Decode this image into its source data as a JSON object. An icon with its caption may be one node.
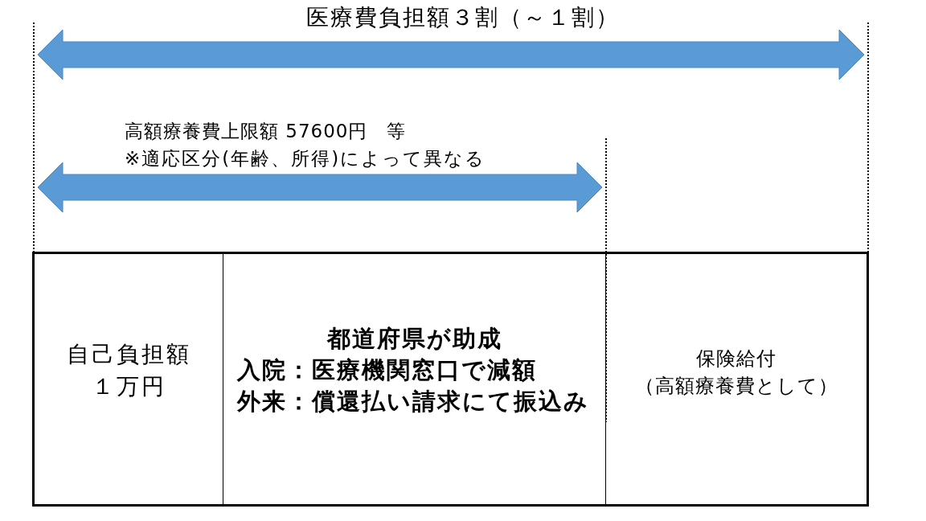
{
  "diagram": {
    "nodes": [
      {
        "text": [
          "自己負担額",
          "１万円"
        ]
      },
      {
        "text": [
          "都道府県が助成",
          "入院：医療機関窓口で減額",
          "外来：償還払い請求にて振込み"
        ]
      },
      {
        "text": [
          "保険給付",
          "（高額療養費として）"
        ]
      }
    ],
    "labels": [
      "医療費負担額３割（～１割）",
      "高額療養費上限額 57600円　等",
      "※適応区分(年齢、所得)によって異なる"
    ]
  }
}
